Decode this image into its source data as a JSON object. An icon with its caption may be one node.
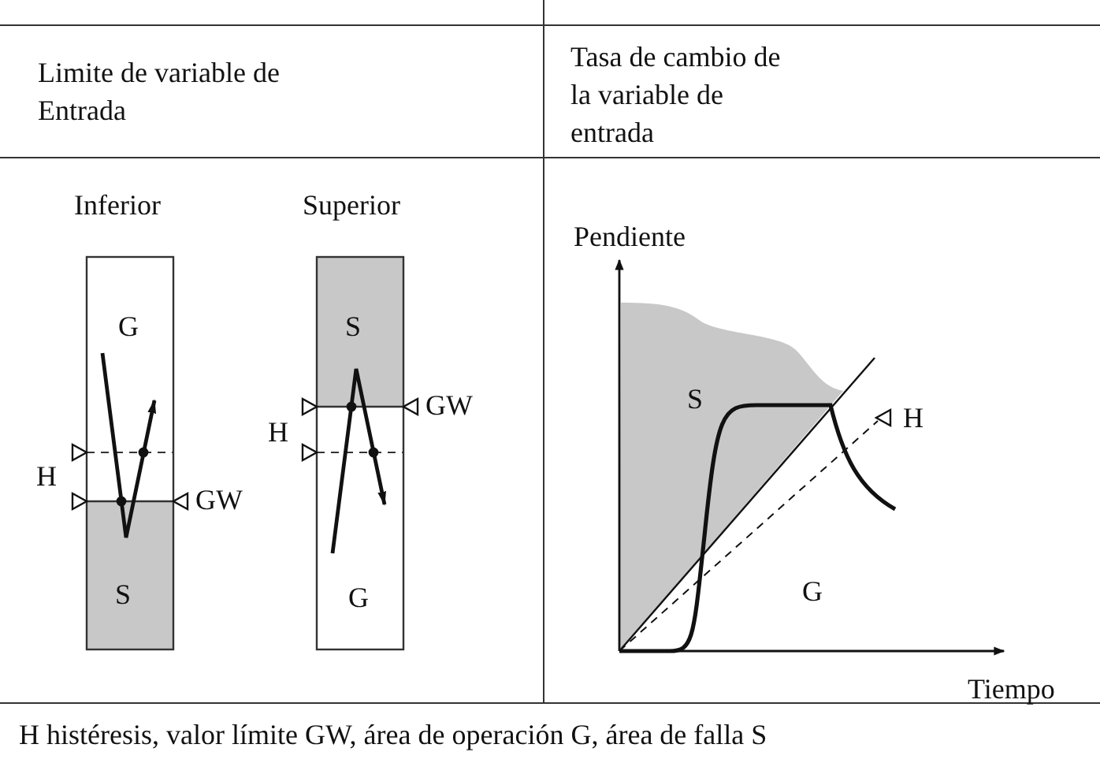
{
  "diagram": {
    "labels": [
      "Limite de variable de Entrada",
      "Tasa de cambio de la variable de entrada",
      "Inferior",
      "Superior",
      "Pendiente",
      "G",
      "S",
      "GW",
      "S",
      "H",
      "H",
      "H",
      "GW",
      "S",
      "G",
      "G",
      "Tiempo",
      "H histéresis, valor límite GW, área de operación G, área de falla S"
    ]
  }
}
